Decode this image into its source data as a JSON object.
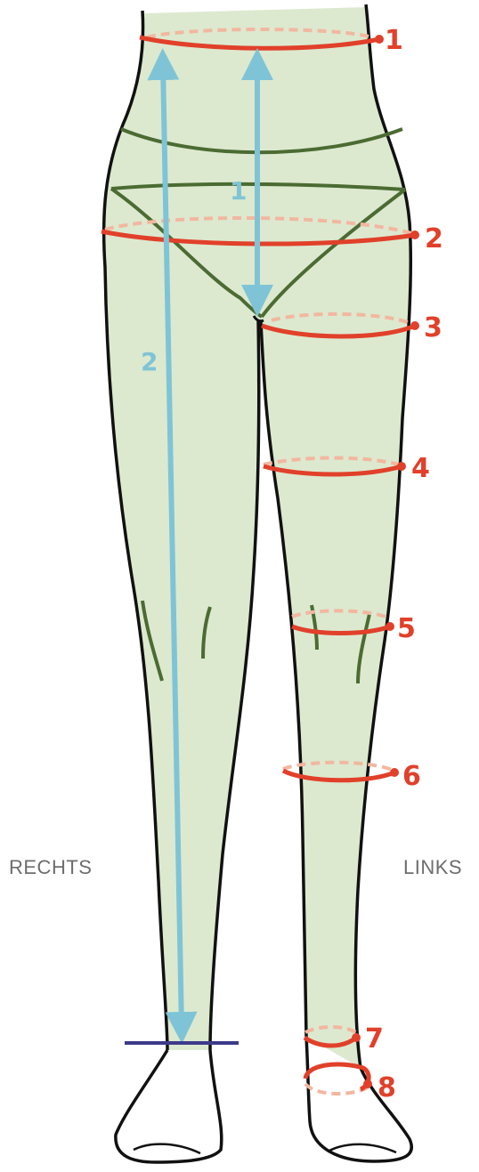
{
  "labels": {
    "right_side": "RECHTS",
    "left_side": "LINKS"
  },
  "circumference_markers": [
    "1",
    "2",
    "3",
    "4",
    "5",
    "6",
    "7",
    "8"
  ],
  "length_markers": [
    "1",
    "2"
  ],
  "colors": {
    "skin": "#dce9cf",
    "outline": "#111111",
    "garment_lines": "#4b6b33",
    "measure_red": "#e1402a",
    "measure_dashed": "#f2b7a0",
    "measure_blue": "#7fc4d6",
    "floor_line": "#3d3a8a"
  }
}
